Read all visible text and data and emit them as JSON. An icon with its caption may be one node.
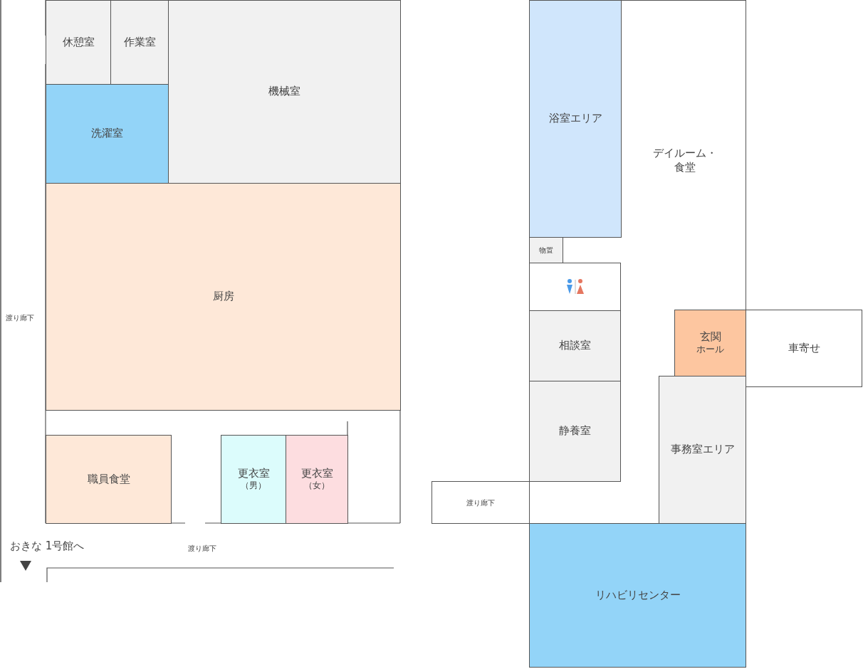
{
  "diagram": {
    "nodes": [
      {
        "text": [
          "休憩室"
        ]
      },
      {
        "text": [
          "作業室"
        ]
      },
      {
        "text": [
          "機械室"
        ]
      },
      {
        "text": [
          "洗濯室"
        ]
      },
      {
        "text": [
          "厨房"
        ]
      },
      {
        "text": [
          "職員食堂"
        ]
      },
      {
        "text": [
          "更衣室",
          "（男）"
        ]
      },
      {
        "text": [
          "更衣室",
          "（女）"
        ]
      },
      {
        "text": [
          "デイルーム・食堂"
        ]
      },
      {
        "text": [
          "浴室エリア"
        ],
        "in": 8
      },
      {
        "text": [
          "物置"
        ],
        "in": 8
      },
      {
        "text": [],
        "shape": "box",
        "in": 8
      },
      {
        "text": [
          "相談室"
        ],
        "in": 8
      },
      {
        "text": [
          "静養室"
        ],
        "in": 8
      },
      {
        "text": [
          "玄関",
          "ホール"
        ],
        "in": 8
      },
      {
        "text": [
          "車寄せ"
        ]
      },
      {
        "text": [
          "事務室エリア"
        ],
        "in": 8
      },
      {
        "text": [
          "渡り廊下"
        ]
      },
      {
        "text": [
          "リハビリセンター"
        ]
      }
    ],
    "labels": [
      "渡り廊下",
      "おきな 1号館へ",
      "渡り廊下"
    ]
  }
}
